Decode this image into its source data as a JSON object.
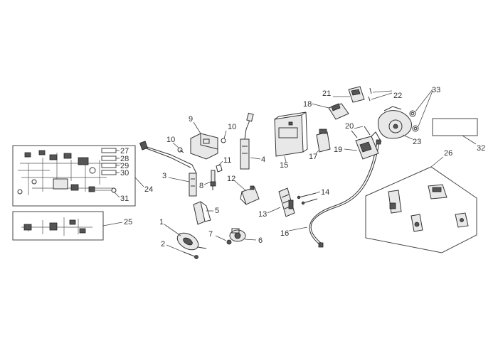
{
  "callouts": {
    "c1": "1",
    "c2": "2",
    "c3": "3",
    "c4": "4",
    "c5": "5",
    "c6": "6",
    "c7": "7",
    "c8": "8",
    "c9": "9",
    "c10a": "10",
    "c10b": "10",
    "c11": "11",
    "c12": "12",
    "c13": "13",
    "c14": "14",
    "c15": "15",
    "c16": "16",
    "c17": "17",
    "c18": "18",
    "c19": "19",
    "c20": "20",
    "c21": "21",
    "c22": "22",
    "c23": "23",
    "c24": "24",
    "c25": "25",
    "c26": "26",
    "c27": "27",
    "c28": "28",
    "c29": "29",
    "c30": "30",
    "c31": "31",
    "c32": "32",
    "c33": "33"
  }
}
